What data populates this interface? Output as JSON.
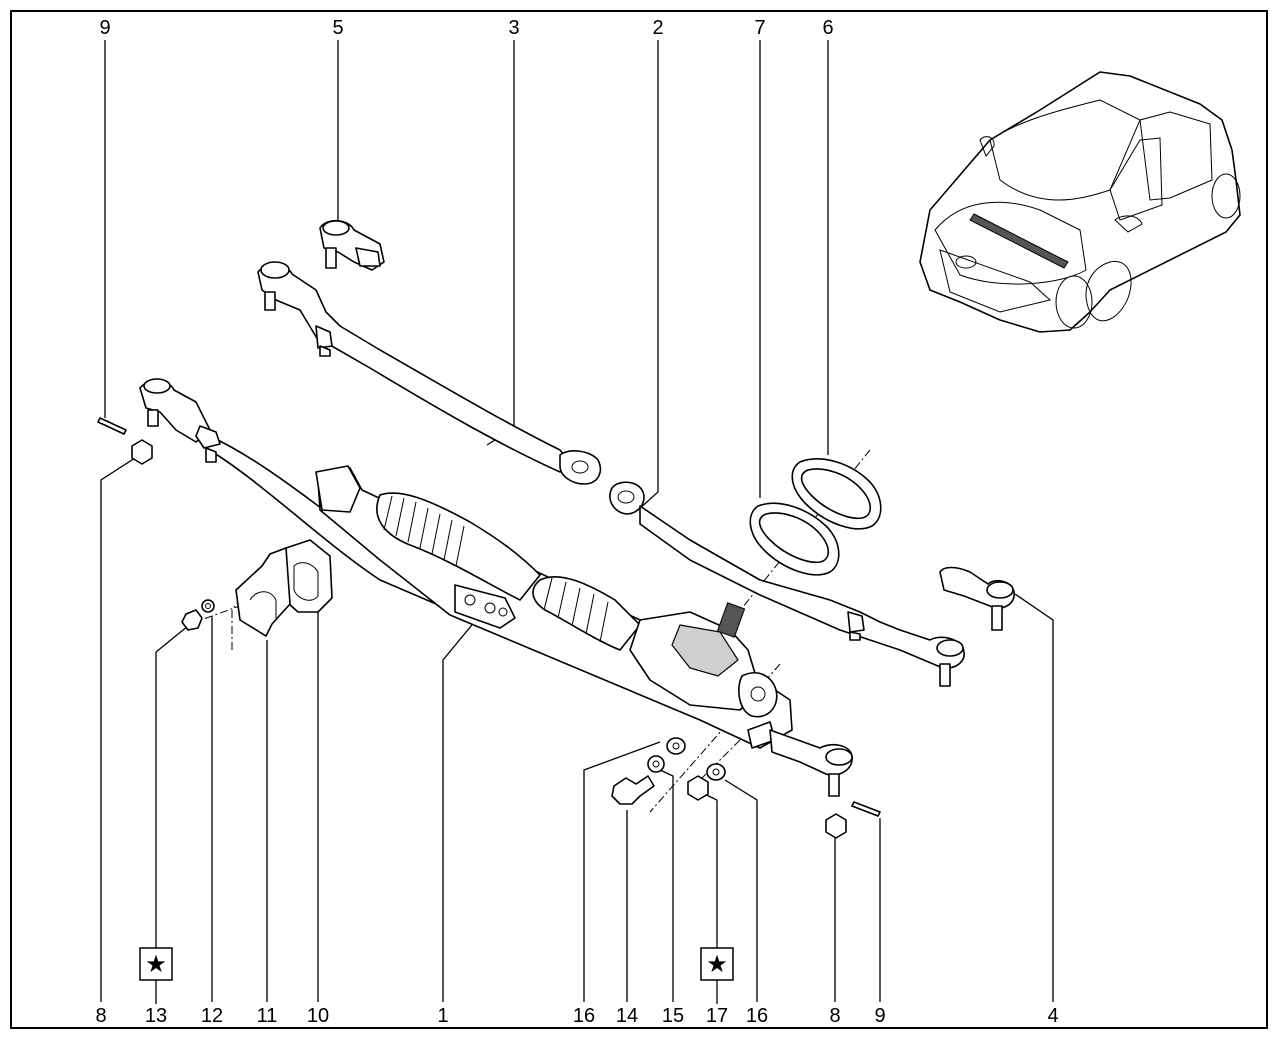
{
  "diagram": {
    "top_labels": [
      "9",
      "5",
      "3",
      "2",
      "7",
      "6"
    ],
    "bottom_labels": [
      "8",
      "13",
      "12",
      "11",
      "10",
      "1",
      "16",
      "14",
      "15",
      "17",
      "16",
      "8",
      "9",
      "4"
    ],
    "markers": {
      "left_star": "★",
      "right_star": "★"
    }
  }
}
